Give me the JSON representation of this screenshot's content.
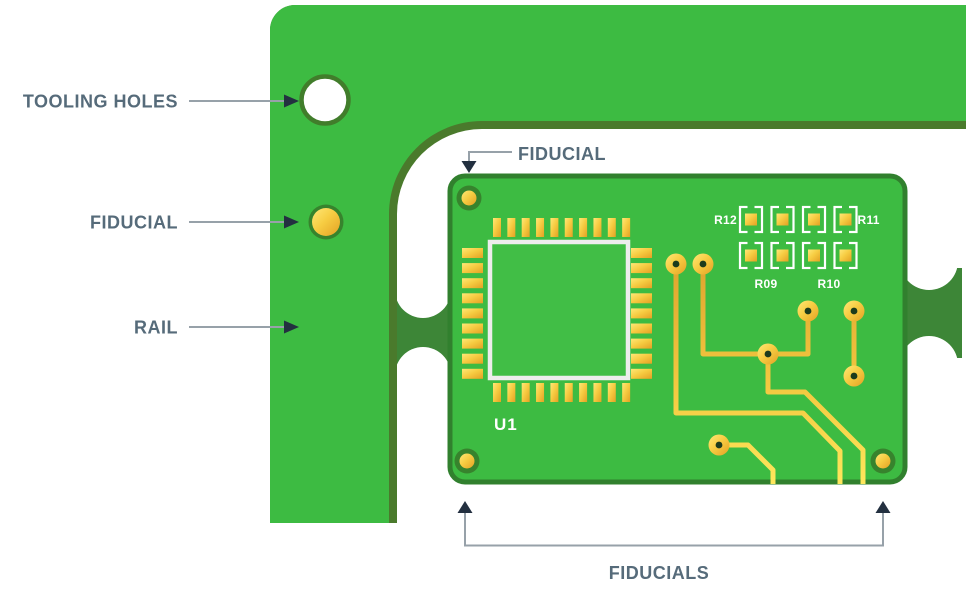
{
  "annotations": {
    "tooling_holes": "TOOLING HOLES",
    "fiducial_left": "FIDUCIAL",
    "rail": "RAIL",
    "fiducial_top": "FIDUCIAL",
    "fiducials_bottom": "FIDUCIALS"
  },
  "board": {
    "chip_label": "U1",
    "resistors": [
      {
        "label": "R12"
      },
      {
        "label": "R11"
      },
      {
        "label": "R09"
      },
      {
        "label": "R10"
      }
    ]
  },
  "colors": {
    "panel_green": "#3DBB42",
    "board_inner_green": "#41BE46",
    "edge_dark_green": "#4A7A2C",
    "tab_dark_green": "#3D8637",
    "board_border_green": "#31802E",
    "fiducial_ring_green": "#37832D",
    "copper_gold": "#F2C23E",
    "silkscreen_white": "#FFFFFF",
    "label_text": "#566B7A",
    "arrow_dark": "#233040",
    "leader_line_grey": "#97A1A9"
  }
}
